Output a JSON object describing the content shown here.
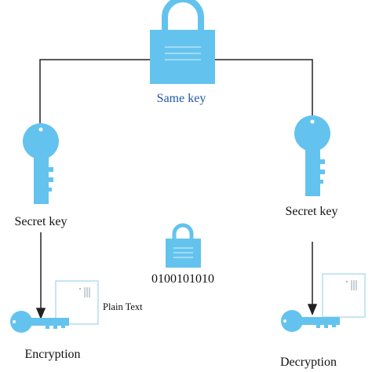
{
  "colors": {
    "icon_fill": "#63c3ee",
    "line": "#222222",
    "label_blue": "#1f5aa6",
    "label_black": "#111111",
    "doc_stroke": "#a8d8ee"
  },
  "icons": {
    "top_lock": "padlock-icon",
    "left_key": "key-icon",
    "right_key": "key-icon",
    "center_lock": "padlock-icon",
    "left_doc": "document-icon",
    "right_doc": "document-icon",
    "left_bottom_key": "key-icon",
    "right_bottom_key": "key-icon"
  },
  "labels": {
    "same_key": "Same key",
    "secret_key_left": "Secret key",
    "secret_key_right": "Secret key",
    "binary": "0100101010",
    "plain_text": "Plain Text",
    "encryption": "Encryption",
    "decryption": "Decryption"
  }
}
